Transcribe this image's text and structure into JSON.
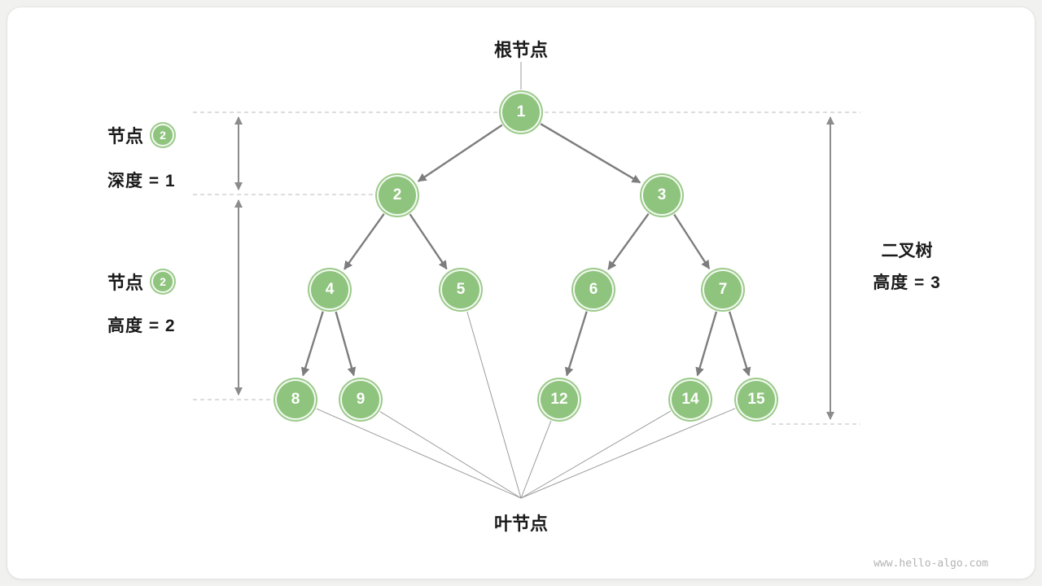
{
  "labels": {
    "root": "根节点",
    "leaf": "叶节点",
    "node_depth": {
      "prefix": "节点",
      "badge": "2",
      "text": "深度 = 1"
    },
    "node_height": {
      "prefix": "节点",
      "badge": "2",
      "text": "高度 = 2"
    },
    "tree_height": {
      "line1": "二叉树",
      "line2": "高度 = 3"
    }
  },
  "watermark": "www.hello-algo.com",
  "tree": {
    "nodes": [
      {
        "value": "1"
      },
      {
        "value": "2"
      },
      {
        "value": "3"
      },
      {
        "value": "4"
      },
      {
        "value": "5"
      },
      {
        "value": "6"
      },
      {
        "value": "7"
      },
      {
        "value": "8"
      },
      {
        "value": "9"
      },
      {
        "value": "12"
      },
      {
        "value": "14"
      },
      {
        "value": "15"
      }
    ],
    "edges": [
      [
        "1",
        "2"
      ],
      [
        "1",
        "3"
      ],
      [
        "2",
        "4"
      ],
      [
        "2",
        "5"
      ],
      [
        "3",
        "6"
      ],
      [
        "3",
        "7"
      ],
      [
        "4",
        "8"
      ],
      [
        "4",
        "9"
      ],
      [
        "6",
        "12"
      ],
      [
        "7",
        "14"
      ],
      [
        "7",
        "15"
      ]
    ],
    "leaves": [
      "8",
      "9",
      "5",
      "12",
      "14",
      "15"
    ]
  },
  "colors": {
    "node_fill": "#8FC47E",
    "node_ring": "#9CCB8B",
    "edge": "#7D7D7D",
    "dashed_line": "#BBBBBB",
    "measure_arrow": "#8C8C8C",
    "leaf_connector": "#9B9B9B",
    "text": "#1A1A1A",
    "watermark": "#B3B3B3",
    "background": "#F1F1EF",
    "card": "#FFFFFF"
  }
}
